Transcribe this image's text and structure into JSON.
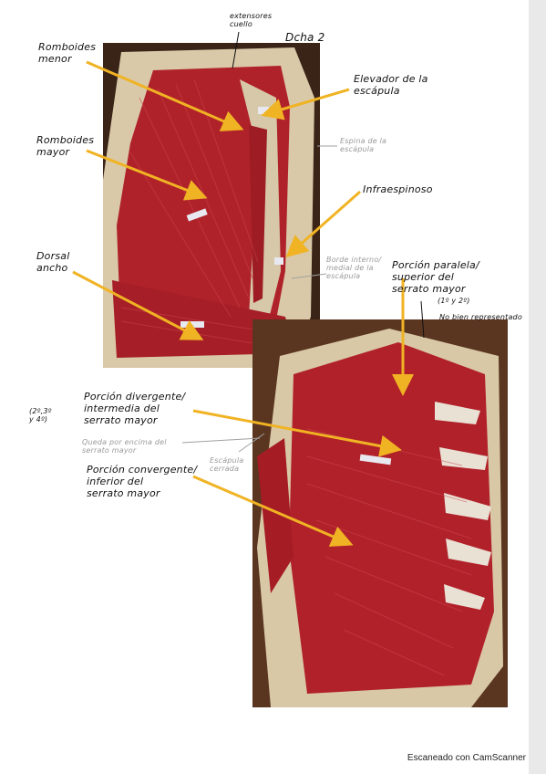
{
  "annotations": {
    "title": "Dcha 2",
    "extensores_cuello": "extensores\ncuello",
    "romboides_menor": "Romboides\nmenor",
    "elevador": "Elevador de la\nescápula",
    "espina": "Espina de la\nescápula",
    "romboides_mayor": "Romboides\nmayor",
    "infraespinoso": "Infraespinoso",
    "dorsal_ancho": "Dorsal\nancho",
    "borde_interno": "Borde interno/\nmedial de la\nescápula",
    "porcion_paralela": "Porción paralela/\nsuperior del\nserrato mayor",
    "costillas_sup": "(1º y 2º)",
    "no_bien": "No bien representado",
    "porcion_divergente": "Porción divergente/\nintermedia del\nserrato mayor",
    "costillas_med": "(2º,3º\ny 4º)",
    "queda_por_encima": "Queda por encima del\nserrato mayor",
    "escapula_cerrada": "Escápula\ncerrada",
    "porcion_convergente": "Porción convergente/\ninferior del\nserrato mayor"
  },
  "footer": "Escaneado con CamScanner",
  "colors": {
    "arrow": "#f0b323",
    "muscle": "#b3232b",
    "plaster": "#d8c7a6",
    "background_photo": "#2b1d17"
  }
}
